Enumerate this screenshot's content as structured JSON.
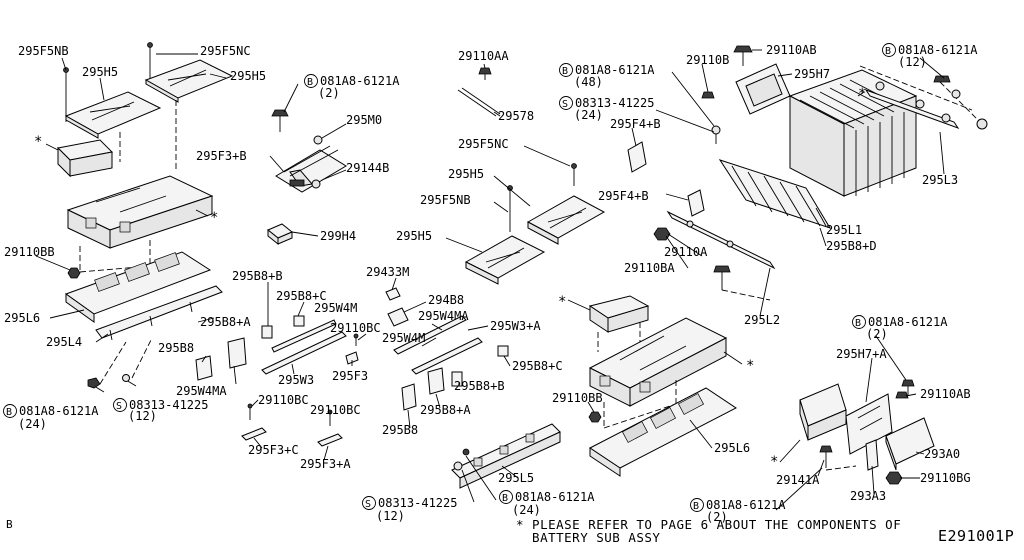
{
  "labels": [
    "295F5NB",
    "295H5",
    "295F5NC",
    "295H5",
    "081A8-6121A",
    "(2)",
    "295M0",
    "295F3+B",
    "29144B",
    "299H4",
    "29110BB",
    "295L6",
    "295L4",
    "295B8+B",
    "295B8+C",
    "295W4M",
    "295B8+A",
    "295B8",
    "295W4MA",
    "295W3",
    "295F3",
    "29110BC",
    "29110BC",
    "29110BC",
    "295F3+C",
    "295F3+A",
    "081A8-6121A",
    "(24)",
    "08313-41225",
    "(12)",
    "29433M",
    "294B8",
    "295W4MA",
    "295W3+A",
    "295W4M",
    "295B8+C",
    "295B8+B",
    "295B8+A",
    "295B8",
    "29110AA",
    "29578",
    "295F5NC",
    "295H5",
    "295F5NB",
    "295H5",
    "29110BB",
    "295L5",
    "08313-41225",
    "(12)",
    "081A8-6121A",
    "(24)",
    "081A8-6121A",
    "(48)",
    "08313-41225",
    "(24)",
    "29110B",
    "29110AB",
    "295H7",
    "081A8-6121A",
    "(12)",
    "295F4+B",
    "295F4+B",
    "29110A",
    "29110BA",
    "295L3",
    "295L1",
    "295B8+D",
    "295L2",
    "295L6",
    "081A8-6121A",
    "(2)",
    "295H7+A",
    "29110AB",
    "293A0",
    "29141A",
    "29110BG",
    "081A8-6121A",
    "(2)",
    "293A3"
  ],
  "asterisk": "*",
  "note_line1": "* PLEASE REFER TO PAGE 6 ABOUT THE COMPONENTS OF",
  "note_line2": "  BATTERY SUB ASSY",
  "page_mark": "B",
  "diagram_id": "E291001P"
}
